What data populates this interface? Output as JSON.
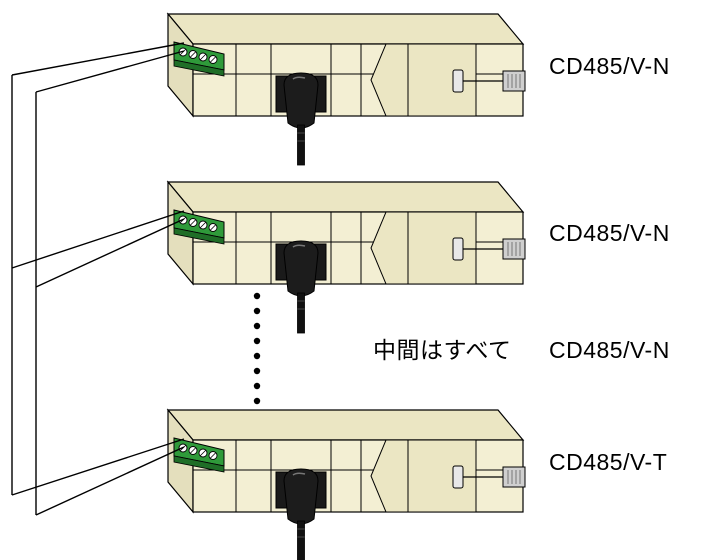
{
  "devices": [
    {
      "model": "CD485/V-N"
    },
    {
      "model": "CD485/V-N"
    },
    {
      "model": "CD485/V-T"
    }
  ],
  "middle_note": {
    "prefix": "中間はすべて",
    "model": "CD485/V-N"
  },
  "colors": {
    "body_front": "#f3efd3",
    "body_top": "#ebe6c3",
    "body_inner": "#e4dfbd",
    "terminal_block": "#2f9a3a",
    "outline": "#000000",
    "cable": "#111111",
    "wire": "#000000",
    "connector": "#d8d8d8"
  },
  "icons": {
    "power_plug": "power-plug-icon",
    "terminal": "terminal-block-icon",
    "bnc": "bnc-connector-icon"
  }
}
